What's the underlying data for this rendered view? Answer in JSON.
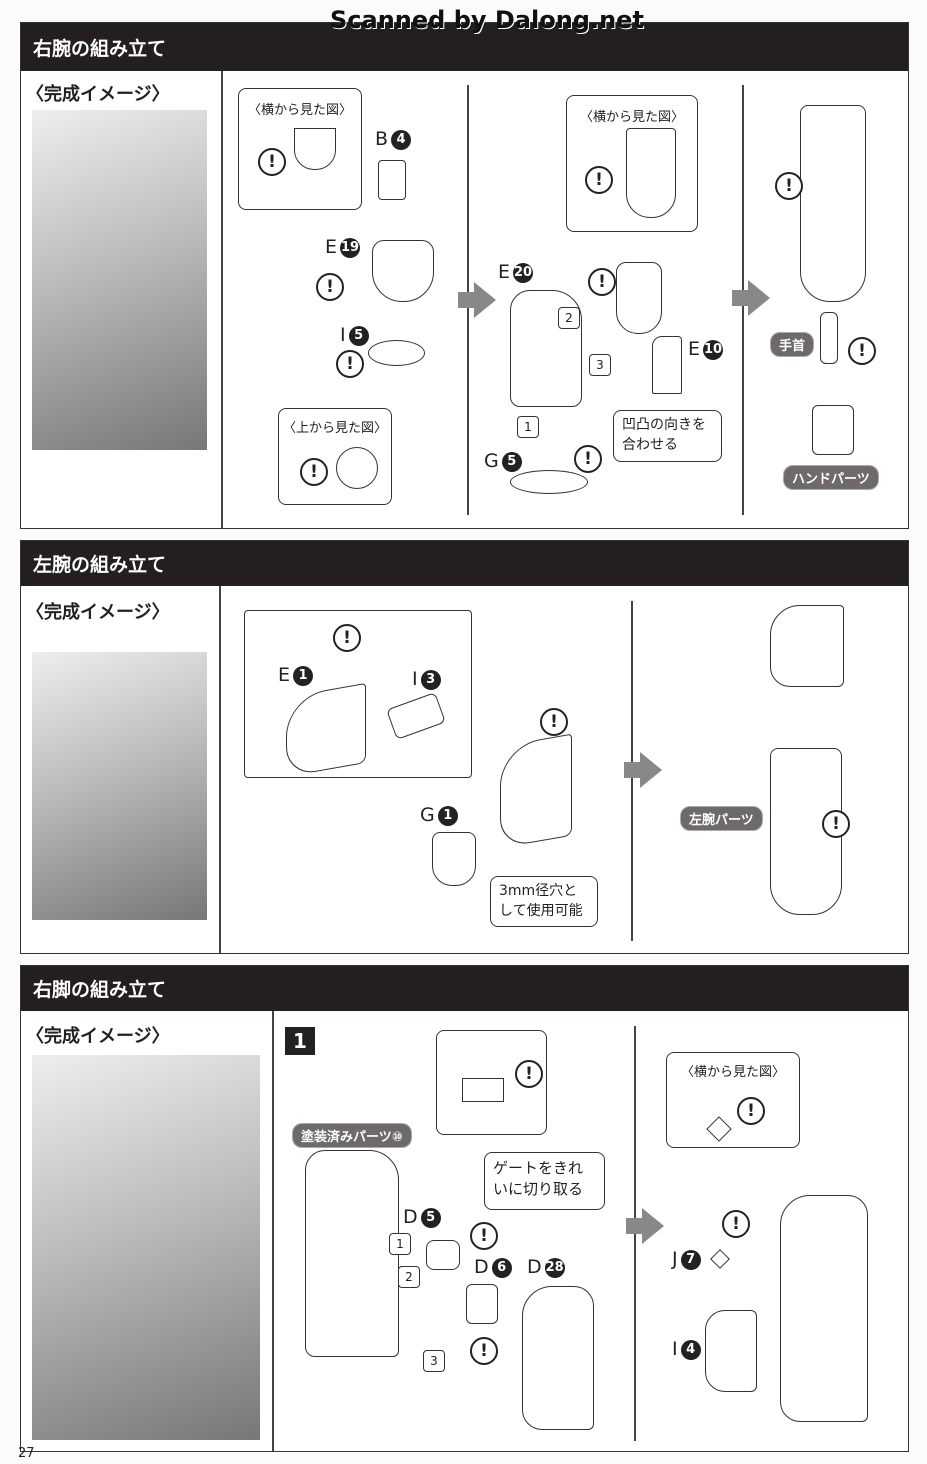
{
  "watermark": "Scanned by Dalong.net",
  "warning_glyph": "!",
  "page_number": "27",
  "sections": [
    {
      "title": "右腕の組み立て",
      "image_label": "〈完成イメージ〉",
      "side_view_1": "〈横から見た図〉",
      "top_view": "〈上から見た図〉",
      "side_view_2": "〈横から見た図〉",
      "parts": {
        "b4": {
          "letter": "B",
          "num": "4"
        },
        "e19": {
          "letter": "E",
          "num": "19"
        },
        "i5": {
          "letter": "I",
          "num": "5"
        },
        "e20": {
          "letter": "E",
          "num": "20"
        },
        "e10": {
          "letter": "E",
          "num": "10"
        },
        "g5": {
          "letter": "G",
          "num": "5"
        }
      },
      "steps": [
        "1",
        "2",
        "3"
      ],
      "note_align": "凹凸の向きを合わせる",
      "wrist_label": "手首",
      "hand_parts_label": "ハンドパーツ"
    },
    {
      "title": "左腕の組み立て",
      "image_label": "〈完成イメージ〉",
      "parts": {
        "e1": {
          "letter": "E",
          "num": "1"
        },
        "i3": {
          "letter": "I",
          "num": "3"
        },
        "g1": {
          "letter": "G",
          "num": "1"
        }
      },
      "note_hole": "3mm径穴として使用可能",
      "left_arm_parts_label": "左腕パーツ"
    },
    {
      "title": "右脚の組み立て",
      "image_label": "〈完成イメージ〉",
      "step_number": "1",
      "painted_parts_label": "塗装済みパーツ⑩",
      "note_gate": "ゲートをきれいに切り取る",
      "side_view": "〈横から見た図〉",
      "parts": {
        "d5": {
          "letter": "D",
          "num": "5"
        },
        "d6": {
          "letter": "D",
          "num": "6"
        },
        "d28": {
          "letter": "D",
          "num": "28"
        },
        "j7": {
          "letter": "J",
          "num": "7"
        },
        "i4": {
          "letter": "I",
          "num": "4"
        }
      },
      "steps": [
        "1",
        "2",
        "3"
      ]
    }
  ]
}
